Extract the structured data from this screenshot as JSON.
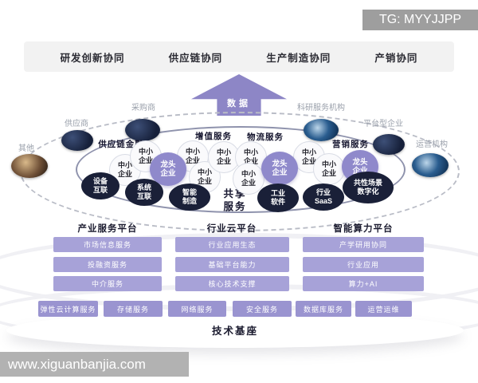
{
  "watermark": {
    "text": "TG: MYYJJPP"
  },
  "site": {
    "text": "www.xiguanbanjia.com"
  },
  "header": {
    "items": [
      {
        "label": "研发创新协同"
      },
      {
        "label": "供应链协同"
      },
      {
        "label": "生产制造协同"
      },
      {
        "label": "产销协同"
      }
    ]
  },
  "arrow": {
    "label": "数据"
  },
  "eco": {
    "stakeholders": [
      {
        "label": "其他"
      },
      {
        "label": "供应商"
      },
      {
        "label": "采购商"
      },
      {
        "label": "科研服务机构"
      },
      {
        "label": "平台型企业"
      },
      {
        "label": "运营机构"
      }
    ],
    "services": [
      "供应链金融",
      "增值服务",
      "物流服务",
      "营销服务"
    ],
    "center_label": "共享\n服务",
    "sme": "中小\n企业",
    "leader": "龙头\n企业",
    "bubbles": [
      "设备\n互联",
      "系统\n互联",
      "智能\n制造",
      "工业\n软件",
      "行业\nSaaS",
      "共性场景\n数字化"
    ]
  },
  "platforms": [
    {
      "title": "产业服务平台",
      "items": [
        "市场信息服务",
        "投融资服务",
        "中介服务"
      ]
    },
    {
      "title": "行业云平台",
      "items": [
        "行业应用生态",
        "基础平台能力",
        "核心技术支撑"
      ]
    },
    {
      "title": "智能算力平台",
      "items": [
        "产学研用协同",
        "行业应用",
        "算力+AI"
      ]
    }
  ],
  "infra": {
    "items": [
      "弹性云计算服务",
      "存储服务",
      "网络服务",
      "安全服务",
      "数据库服务",
      "运营运维"
    ],
    "base": "技术基座"
  },
  "colors": {
    "accent_purple": "#8d86c6",
    "button_purple": "#a7a2d8",
    "leader_purple": "#8f89cb",
    "dark_navy": "#1a2038",
    "band_gray": "#f2f2f2",
    "watermark_gray": "#9e9e9e",
    "sitebar_gray": "#b2b2b2"
  }
}
